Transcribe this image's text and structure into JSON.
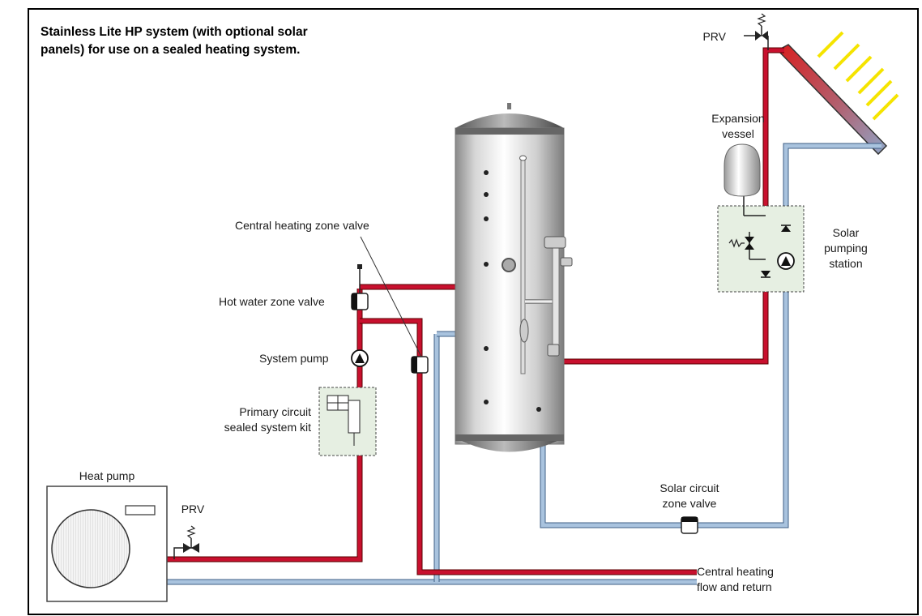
{
  "title_line1": "Stainless Lite HP system (with optional solar",
  "title_line2": "panels) for use on a sealed heating system.",
  "labels": {
    "central_heating_zone_valve": "Central heating zone valve",
    "hot_water_zone_valve": "Hot water zone valve",
    "system_pump": "System pump",
    "primary_circuit_line1": "Primary circuit",
    "primary_circuit_line2": "sealed system kit",
    "heat_pump": "Heat pump",
    "prv_bottom": "PRV",
    "prv_top": "PRV",
    "expansion_vessel_line1": "Expansion",
    "expansion_vessel_line2": "vessel",
    "solar_station_line1": "Solar",
    "solar_station_line2": "pumping",
    "solar_station_line3": "station",
    "solar_zone_valve_line1": "Solar circuit",
    "solar_zone_valve_line2": "zone valve",
    "ch_flow_line1": "Central heating",
    "ch_flow_line2": "flow and return"
  },
  "colors": {
    "flow_pipe": "#c8102e",
    "return_pipe": "#a9c3de",
    "sun_rays": "#f5e400",
    "kit_box": "#e6efe2"
  }
}
